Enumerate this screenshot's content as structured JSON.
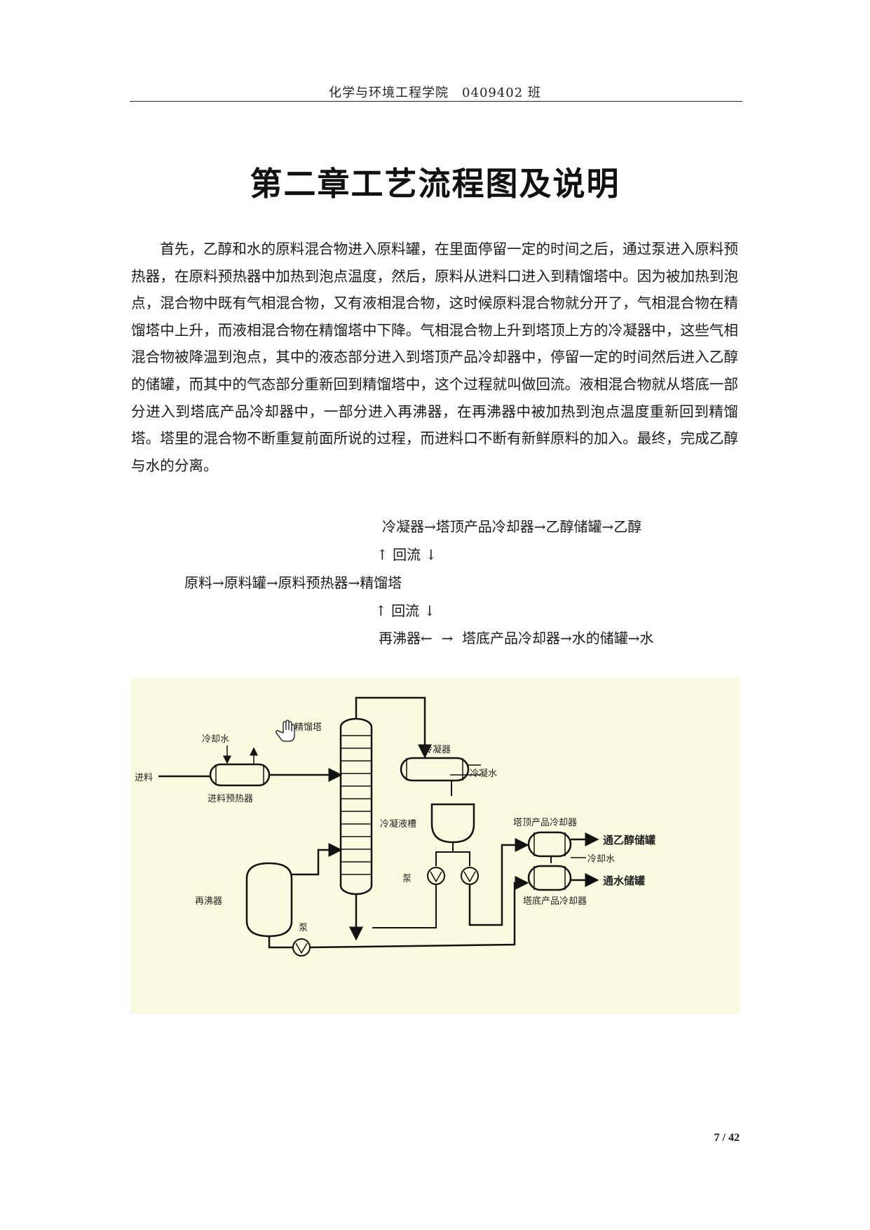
{
  "header": {
    "text": "化学与环境工程学院　0409402 班"
  },
  "title": "第二章工艺流程图及说明",
  "paragraph": "首先，乙醇和水的原料混合物进入原料罐，在里面停留一定的时间之后，通过泵进入原料预热器，在原料预热器中加热到泡点温度，然后，原料从进料口进入到精馏塔中。因为被加热到泡点，混合物中既有气相混合物，又有液相混合物，这时候原料混合物就分开了，气相混合物在精馏塔中上升，而液相混合物在精馏塔中下降。气相混合物上升到塔顶上方的冷凝器中，这些气相混合物被降温到泡点，其中的液态部分进入到塔顶产品冷却器中，停留一定的时间然后进入乙醇的储罐，而其中的气态部分重新回到精馏塔中，这个过程就叫做回流。液相混合物就从塔底一部分进入到塔底产品冷却器中，一部分进入再沸器，在再沸器中被加热到泡点温度重新回到精馏塔。塔里的混合物不断重复前面所说的过程，而进料口不断有新鲜原料的加入。最终，完成乙醇与水的分离。",
  "flow": {
    "line1": "冷凝器→塔顶产品冷却器→乙醇储罐→乙醇",
    "line2": "↑ 回流 ↓",
    "line3": "原料→原料罐→原料预热器→精馏塔",
    "line4": "↑ 回流 ↓",
    "line5": "再沸器←  →  塔底产品冷却器→水的储罐→水"
  },
  "diagram": {
    "tower": "精馏塔",
    "cooling_water": "冷却水",
    "feed": "进料",
    "feed_preheater": "进料预热器",
    "reboiler": "再沸器",
    "pump": "泵",
    "condenser": "冷凝器",
    "condensing_water": "冷凝水",
    "condensate_tank": "冷凝液槽",
    "pump2": "泵",
    "top_cooler": "塔顶产品冷却器",
    "to_ethanol_tank": "通乙醇储罐",
    "cooling_water2": "冷却水",
    "to_water_tank": "通水储罐",
    "bottom_cooler": "塔底产品冷却器"
  },
  "page_number": "7 / 42"
}
